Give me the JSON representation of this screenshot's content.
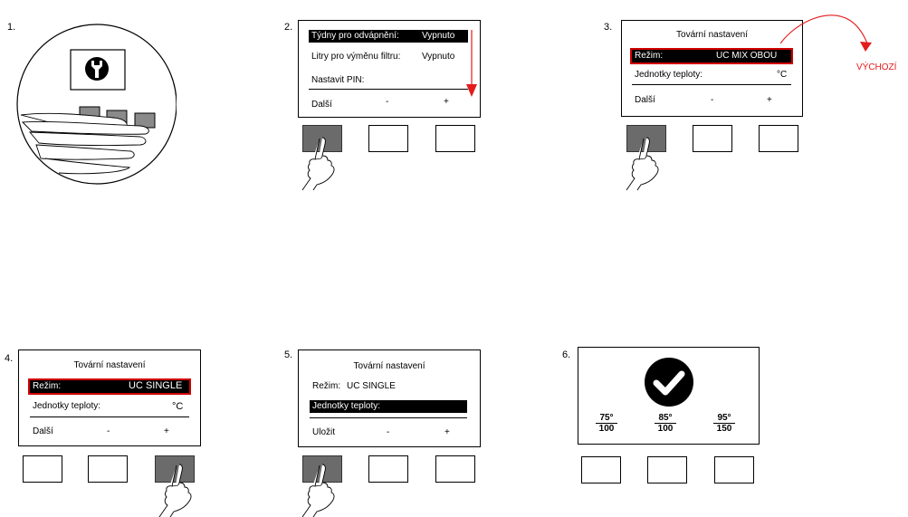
{
  "steps": [
    {
      "number": "1."
    },
    {
      "number": "2.",
      "rows": [
        {
          "label": "Týdny pro odvápnění:",
          "value": "Vypnuto"
        },
        {
          "label": "Litry pro výměnu filtru:",
          "value": "Vypnuto"
        },
        {
          "label": "Nastavit PIN:",
          "value": ""
        }
      ],
      "footer": {
        "left": "Další",
        "mid": "-",
        "right": "+"
      }
    },
    {
      "number": "3.",
      "title": "Tovární nastavení",
      "rows": [
        {
          "label": "Režim:",
          "value": "UC MIX OBOU"
        },
        {
          "label": "Jednotky teploty:",
          "value": "°C"
        }
      ],
      "footer": {
        "left": "Další",
        "mid": "-",
        "right": "+"
      },
      "callout": "VÝCHOZÍ"
    },
    {
      "number": "4.",
      "title": "Tovární nastavení",
      "rows": [
        {
          "label": "Režim:",
          "value": "UC SINGLE"
        },
        {
          "label": "Jednotky teploty:",
          "value": "°C"
        }
      ],
      "footer": {
        "left": "Další",
        "mid": "-",
        "right": "+"
      }
    },
    {
      "number": "5.",
      "title": "Tovární nastavení",
      "rows": [
        {
          "label": "Režim:",
          "value": "UC SINGLE"
        },
        {
          "label": "Jednotky teploty:",
          "value": ""
        }
      ],
      "footer": {
        "left": "Uložit",
        "mid": "-",
        "right": "+"
      }
    },
    {
      "number": "6.",
      "fractions": [
        {
          "top": "75°",
          "bottom": "100"
        },
        {
          "top": "85°",
          "bottom": "100"
        },
        {
          "top": "95°",
          "bottom": "150"
        }
      ]
    }
  ],
  "colors": {
    "highlight_border": "#d10000",
    "arrow": "#e31b1b",
    "pressed_button": "#6b6b6b"
  },
  "icons": {
    "step1": "wrench-icon",
    "step6": "checkmark-icon",
    "hand": "pointing-finger-icon"
  }
}
